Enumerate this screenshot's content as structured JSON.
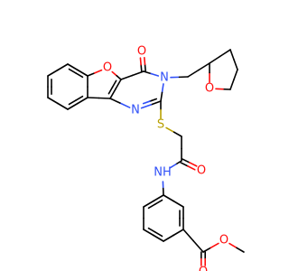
{
  "colors": {
    "bond": "#000000",
    "oxygen": "#ff0d0d",
    "nitrogen": "#3050f8",
    "sulfur": "#b8a000",
    "background": "#ffffff"
  },
  "labels": {
    "o_carbonyl_top": "O",
    "o_furan": "O",
    "n3": "N",
    "n1": "N",
    "o_thf": "O",
    "s_thioether": "S",
    "o_amide": "O",
    "nh_amide": "NH",
    "o_ester_carbonyl": "O",
    "o_ester_ether": "O"
  }
}
